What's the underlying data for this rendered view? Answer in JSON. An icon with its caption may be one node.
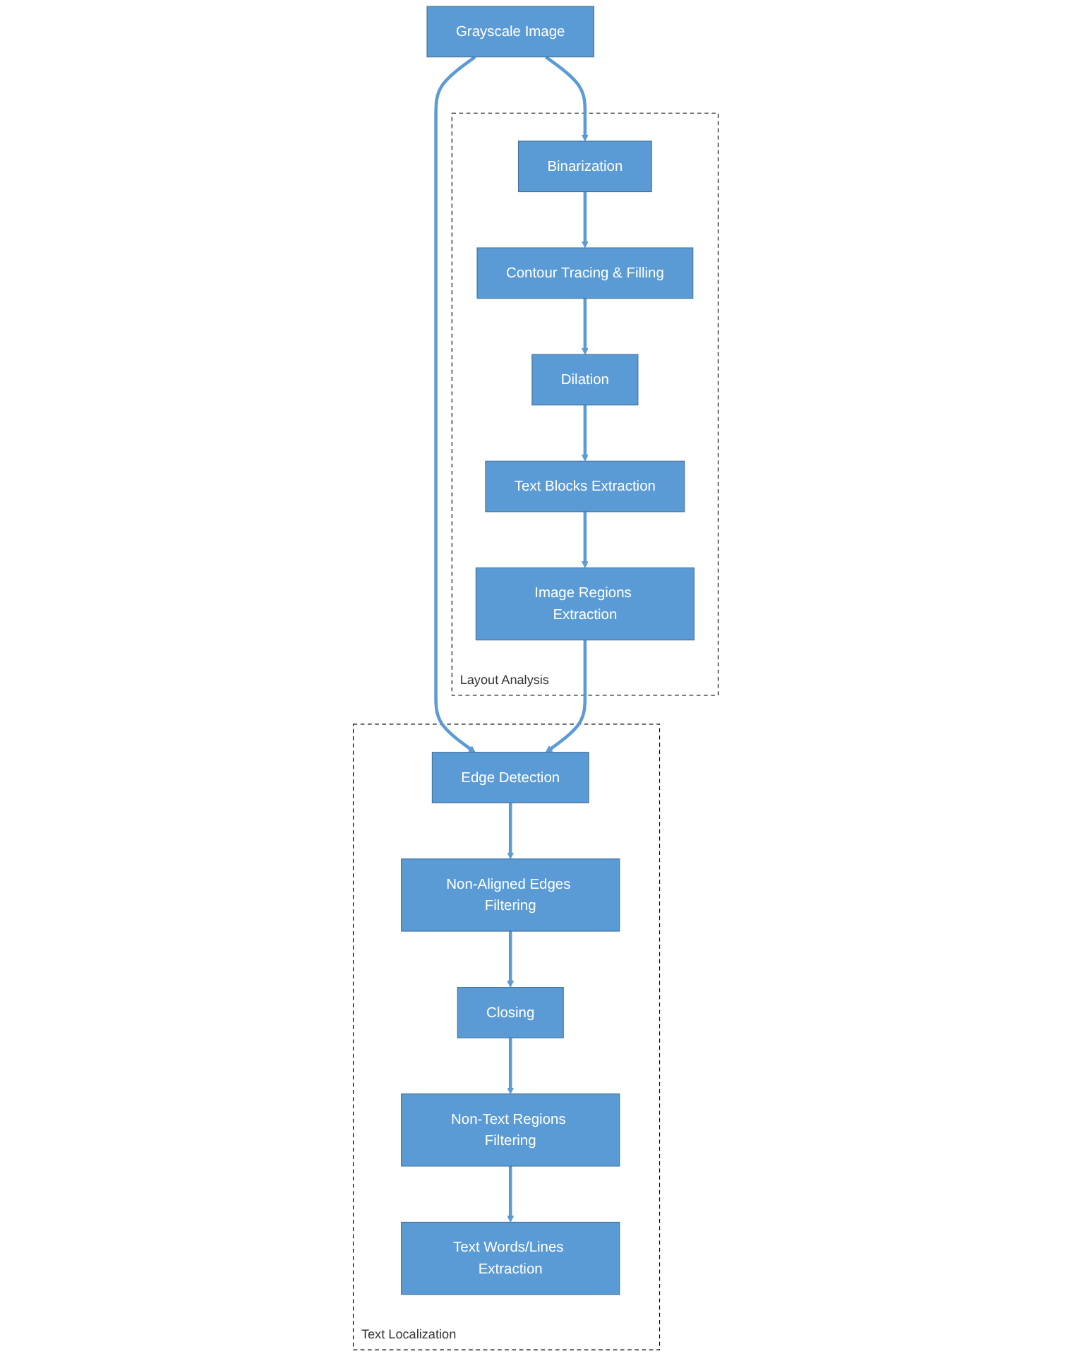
{
  "diagram": {
    "nodes": [
      {
        "text": [
          "Grayscale Image"
        ]
      },
      {
        "text": [
          "Layout Analysis"
        ]
      },
      {
        "text": [
          "Binarization"
        ],
        "in": 1
      },
      {
        "text": [
          "Contour Tracing & Filling"
        ],
        "in": 1
      },
      {
        "text": [
          "Dilation"
        ],
        "in": 1
      },
      {
        "text": [
          "Text Blocks Extraction"
        ],
        "in": 1
      },
      {
        "text": [
          "Image Regions Extraction"
        ],
        "in": 1
      },
      {
        "text": [
          "Text Localization"
        ]
      },
      {
        "text": [
          "Edge Detection"
        ],
        "in": 7
      },
      {
        "text": [
          "Non-Aligned Edges Filtering"
        ],
        "in": 7
      },
      {
        "text": [
          "Closing"
        ],
        "in": 7
      },
      {
        "text": [
          "Non-Text Regions Filtering"
        ],
        "in": 7
      },
      {
        "text": [
          "Text Words/Lines Extraction"
        ],
        "in": 7
      }
    ],
    "edges": [
      {
        "from": 0,
        "to": 2,
        "arrow": "to"
      },
      {
        "from": 0,
        "to": 8,
        "arrow": "to"
      },
      {
        "from": 2,
        "to": 3,
        "arrow": "to"
      },
      {
        "from": 3,
        "to": 4,
        "arrow": "to"
      },
      {
        "from": 4,
        "to": 5,
        "arrow": "to"
      },
      {
        "from": 5,
        "to": 6,
        "arrow": "to"
      },
      {
        "from": 6,
        "to": 8,
        "arrow": "to"
      },
      {
        "from": 8,
        "to": 9,
        "arrow": "to"
      },
      {
        "from": 9,
        "to": 10,
        "arrow": "to"
      },
      {
        "from": 10,
        "to": 11,
        "arrow": "to"
      },
      {
        "from": 11,
        "to": 12,
        "arrow": "to"
      }
    ]
  }
}
